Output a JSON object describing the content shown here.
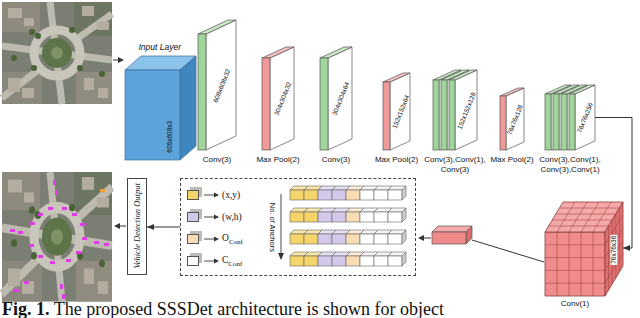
{
  "diagram": {
    "caption": "Fig. 1. The proposed SSSDet architecture is shown for object",
    "nodes": [
      {
        "text": [
          "Input Layer",
          "608x608x3"
        ]
      },
      {
        "text": [
          "608x608x32",
          "Conv(3)"
        ]
      },
      {
        "text": [
          "304x304x32",
          "Max Pool(2)"
        ]
      },
      {
        "text": [
          "304x304x64",
          "Conv(3)"
        ]
      },
      {
        "text": [
          "152x152x64",
          "Max Pool(2)"
        ]
      },
      {
        "text": [
          "152x152x128",
          "Conv(3),Conv(1), Conv(3)"
        ]
      },
      {
        "text": [
          "76x76x128",
          "Max Pool(2)"
        ]
      },
      {
        "text": [
          "76x76x256",
          "Conv(3),Conv(1), Conv(3),Conv(1)"
        ]
      },
      {
        "text": [
          "76x76x36",
          "Conv(1)"
        ]
      },
      {
        "text": [
          "No. of Anchors"
        ]
      },
      {
        "text": [
          "Vehicle Detection Output"
        ]
      }
    ],
    "edges": [
      {
        "from": 7,
        "to": 8,
        "arrow": "to"
      },
      {
        "from": 9,
        "to": 10,
        "arrow": "to"
      }
    ],
    "legend": [
      {
        "text": "(x,y)",
        "color": "#f5d46a"
      },
      {
        "text": "(w,h)",
        "color": "#d3c9ea"
      },
      {
        "text": "OConf",
        "color": "#f8dcb4"
      },
      {
        "text": "CConf",
        "color": "#ffffff"
      }
    ]
  }
}
